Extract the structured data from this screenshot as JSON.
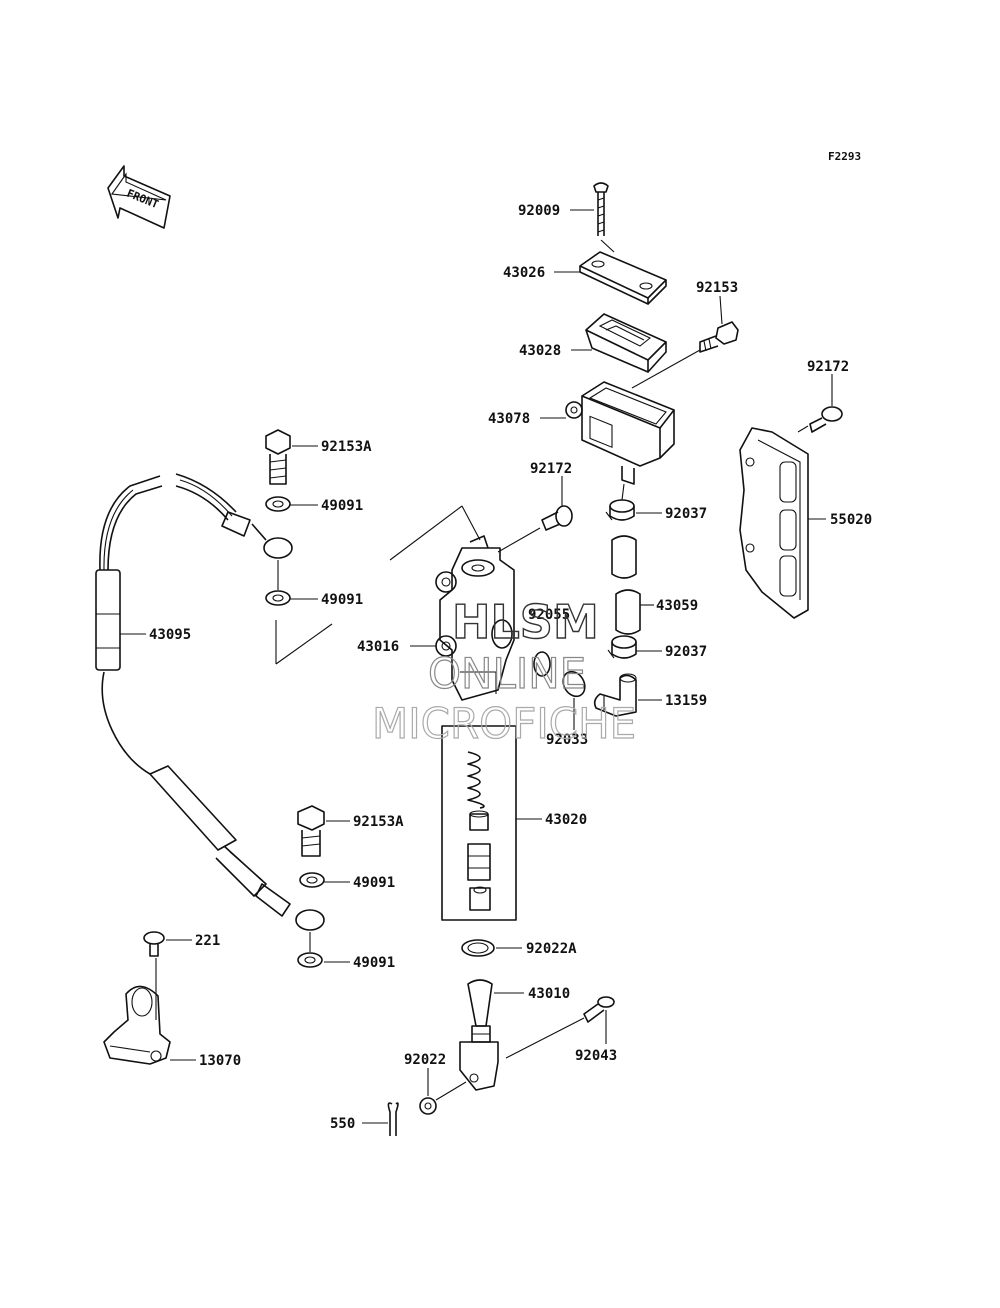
{
  "figure_code": "F2293",
  "front_label": "FRONT",
  "watermark": {
    "line1": "HLSM",
    "line2": "ONLINE",
    "line3": "MICROFICHE"
  },
  "parts": [
    {
      "id": "p92009",
      "label": "92009"
    },
    {
      "id": "p43026",
      "label": "43026"
    },
    {
      "id": "p92153",
      "label": "92153"
    },
    {
      "id": "p43028",
      "label": "43028"
    },
    {
      "id": "p92172a",
      "label": "92172"
    },
    {
      "id": "p43078",
      "label": "43078"
    },
    {
      "id": "p92153A1",
      "label": "92153A"
    },
    {
      "id": "p92172b",
      "label": "92172"
    },
    {
      "id": "p49091a",
      "label": "49091"
    },
    {
      "id": "p92037a",
      "label": "92037"
    },
    {
      "id": "p55020",
      "label": "55020"
    },
    {
      "id": "p49091b",
      "label": "49091"
    },
    {
      "id": "p43059",
      "label": "43059"
    },
    {
      "id": "p92055",
      "label": "92055"
    },
    {
      "id": "p43095",
      "label": "43095"
    },
    {
      "id": "p43016",
      "label": "43016"
    },
    {
      "id": "p92037b",
      "label": "92037"
    },
    {
      "id": "p13159",
      "label": "13159"
    },
    {
      "id": "p92033",
      "label": "92033"
    },
    {
      "id": "p43020",
      "label": "43020"
    },
    {
      "id": "p92153A2",
      "label": "92153A"
    },
    {
      "id": "p49091c",
      "label": "49091"
    },
    {
      "id": "p221",
      "label": "221"
    },
    {
      "id": "p92022A",
      "label": "92022A"
    },
    {
      "id": "p49091d",
      "label": "49091"
    },
    {
      "id": "p43010",
      "label": "43010"
    },
    {
      "id": "p13070",
      "label": "13070"
    },
    {
      "id": "p92022",
      "label": "92022"
    },
    {
      "id": "p92043",
      "label": "92043"
    },
    {
      "id": "p550",
      "label": "550"
    }
  ]
}
